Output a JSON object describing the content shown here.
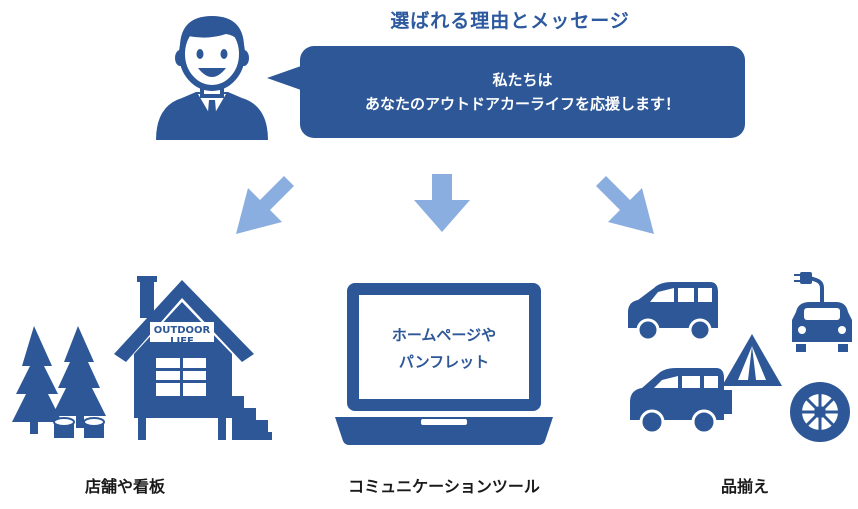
{
  "header": {
    "title": "選ばれる理由とメッセージ"
  },
  "message": {
    "line1": "私たちは",
    "line2": "あなたのアウトドアカーライフを応援します！"
  },
  "house_sign": "OUTDOOR LIFE",
  "screen": {
    "line1": "ホームページや",
    "line2": "パンフレット"
  },
  "categories": [
    {
      "label": "店舗や看板"
    },
    {
      "label": "コミュニケーションツール"
    },
    {
      "label": "品揃え"
    }
  ],
  "colors": {
    "primary": "#2d5797",
    "arrow": "#8aaee0",
    "text": "#1a1a1a"
  }
}
